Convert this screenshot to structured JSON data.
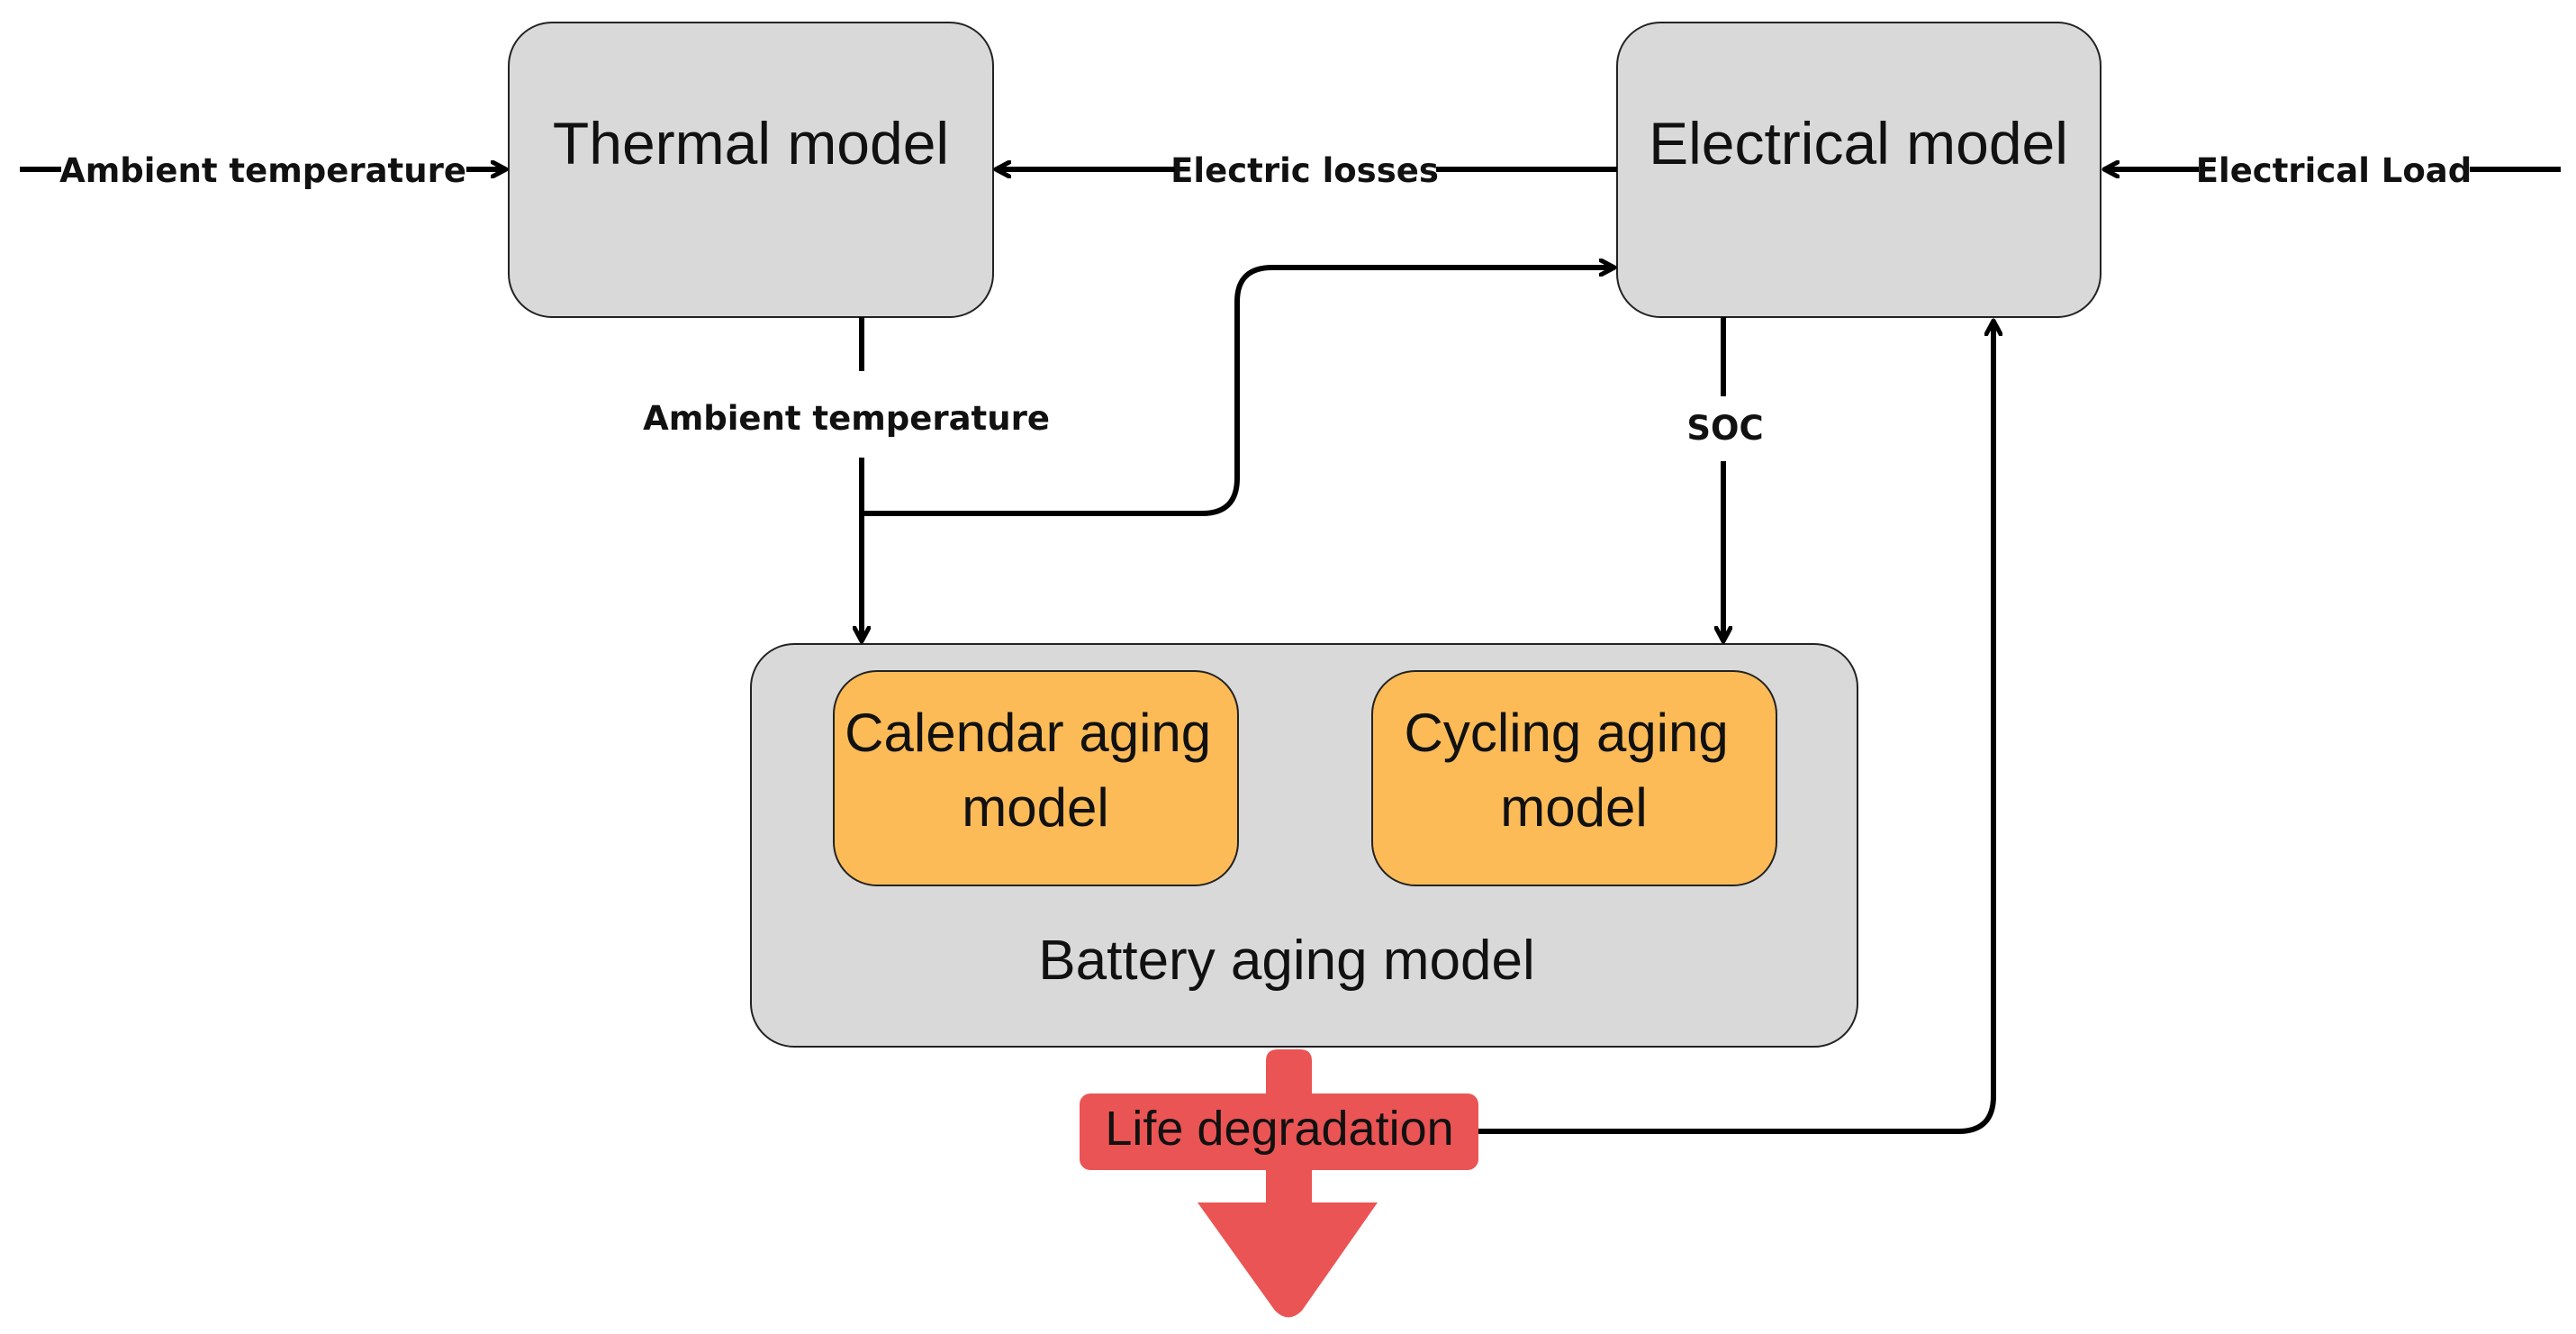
{
  "colors": {
    "model_box": "#d9d9d9",
    "aging_box": "#fdbb57",
    "degradation": "#eb5454",
    "stroke": "#000000"
  },
  "nodes": {
    "thermal": "Thermal model",
    "electrical": "Electrical model",
    "calendar": [
      "Calendar aging",
      "model"
    ],
    "cycling": [
      "Cycling aging",
      "model"
    ],
    "battery": "Battery aging model",
    "degradation": "Life degradation"
  },
  "edges": {
    "ambient_in": "Ambient temperature",
    "electric_losses": "Electric losses",
    "electrical_load": "Electrical Load",
    "ambient_down": "Ambient temperature",
    "soc": "SOC"
  }
}
